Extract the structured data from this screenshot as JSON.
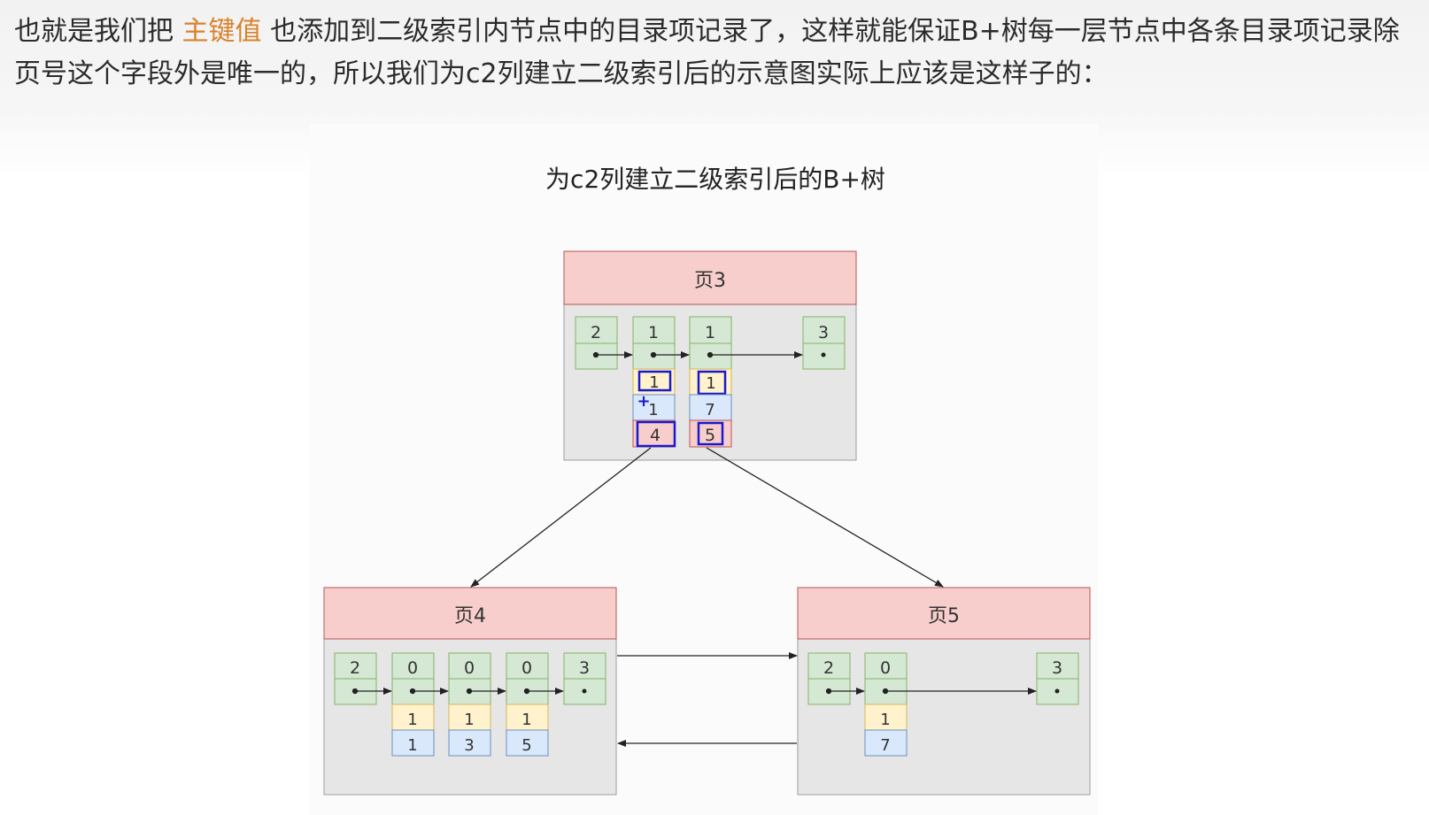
{
  "paragraph": {
    "part1": "也就是我们把 ",
    "highlight": "主键值",
    "part2": " 也添加到二级索引内节点中的目录项记录了，这样就能保证B+树每一层节点中各条目录项记录除页号这个字段外是唯一的，所以我们为c2列建立二级索引后的示意图实际上应该是这样子的："
  },
  "diagram": {
    "title": "为c2列建立二级索引后的B+树",
    "page3": {
      "label": "页3",
      "records": [
        {
          "key": "2"
        },
        {
          "key": "1",
          "pk": "1",
          "col": "1",
          "page": "4"
        },
        {
          "key": "1",
          "pk": "1",
          "col": "7",
          "page": "5"
        },
        {
          "key": "3"
        }
      ]
    },
    "page4": {
      "label": "页4",
      "records": [
        {
          "key": "2"
        },
        {
          "key": "0",
          "pk": "1",
          "col": "1"
        },
        {
          "key": "0",
          "pk": "1",
          "col": "3"
        },
        {
          "key": "0",
          "pk": "1",
          "col": "5"
        },
        {
          "key": "3"
        }
      ]
    },
    "page5": {
      "label": "页5",
      "records": [
        {
          "key": "2"
        },
        {
          "key": "0",
          "pk": "1",
          "col": "7"
        },
        {
          "key": "3"
        }
      ]
    },
    "colors": {
      "page_header": "#f8cecc",
      "page_body": "#e6e6e6",
      "record_green": "#d5e8d4",
      "record_yellow": "#fff2cc",
      "record_blue": "#dae8fc",
      "record_red": "#f8cecc",
      "highlight_border": "#1a1acc"
    }
  }
}
